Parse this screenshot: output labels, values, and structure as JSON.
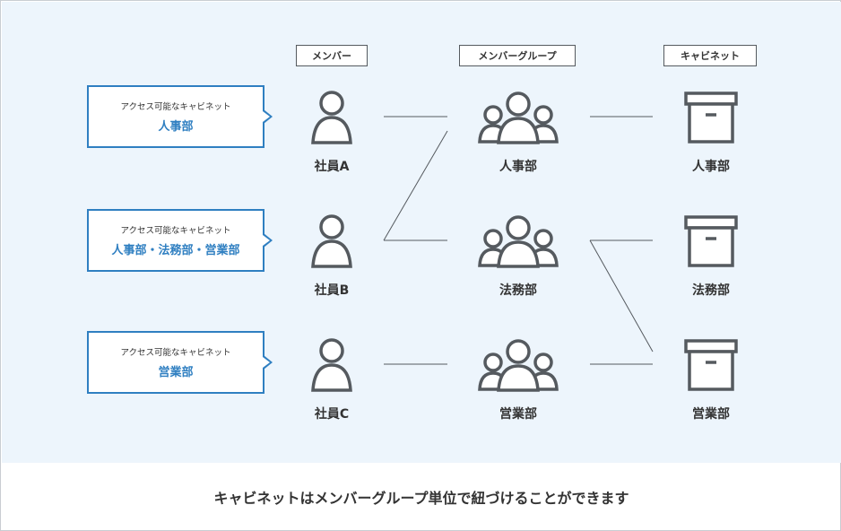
{
  "headers": {
    "member": "メンバー",
    "group": "メンバーグループ",
    "cabinet": "キャビネット"
  },
  "access": {
    "caption": "アクセス可能なキャビネット",
    "values": [
      "人事部",
      "人事部・法務部・営業部",
      "営業部"
    ]
  },
  "members": [
    "社員A",
    "社員B",
    "社員C"
  ],
  "groups": [
    "人事部",
    "法務部",
    "営業部"
  ],
  "cabinets": [
    "人事部",
    "法務部",
    "営業部"
  ],
  "footer": "キャビネットはメンバーグループ単位で紐づけることができます",
  "icons": {
    "member": "person-icon",
    "group": "group-icon",
    "cabinet": "cabinet-box-icon"
  },
  "colors": {
    "panel": "#edf5fc",
    "accent": "#2f7fc1",
    "icon": "#555a5f"
  }
}
